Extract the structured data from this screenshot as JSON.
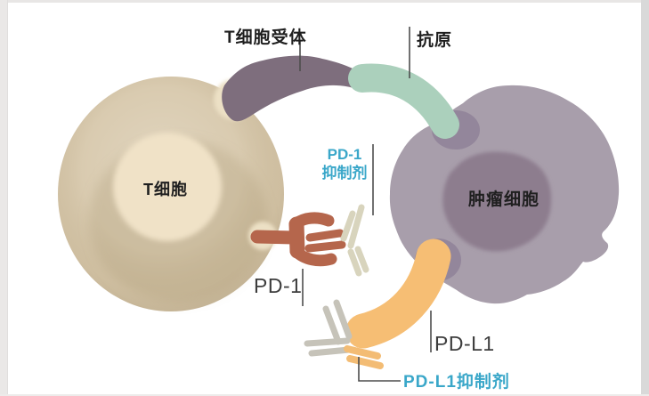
{
  "diagram": {
    "labels": {
      "tcr": "T细胞受体",
      "antigen": "抗原",
      "t_cell": "T细胞",
      "tumor_cell": "肿瘤细胞",
      "pd1": "PD-1",
      "pd1_inhibitor_lines": [
        "PD-1",
        "抑制剂"
      ],
      "pdl1": "PD-L1",
      "pdl1_inhibitor": "PD-L1抑制剂"
    },
    "colors": {
      "t_cell_body": "#d5c5a7",
      "t_cell_nucleus": "#f0e2c7",
      "t_cell_notch": "#ece0c5",
      "tcr": "#7e6e7d",
      "antigen": "#abd0bc",
      "tumor_body": "#a89eab",
      "tumor_nucleus": "#8d7d8e",
      "tumor_notch": "#93869b",
      "pd1_receptor": "#b5664c",
      "pdl1_ligand": "#f6be74",
      "pd1_antibody": "#d8d4bd",
      "pdl1_antibody_arms": "#c6c3b9",
      "pdl1_antibody_stem": "#f3bc74",
      "pointer_line": "#4d4d4d",
      "label_text": "#1f1f1f",
      "receptor_label_text": "#3d3d3d",
      "inhibitor_text": "#3aa7c9"
    }
  }
}
